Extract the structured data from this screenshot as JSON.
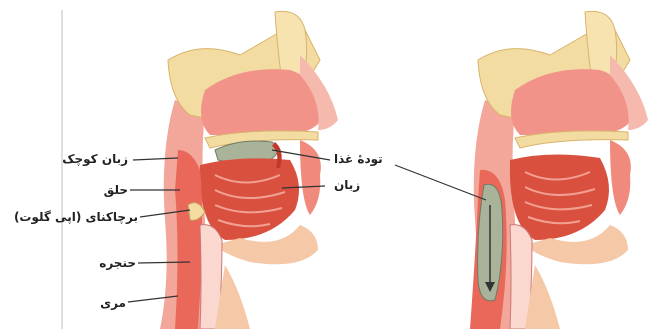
{
  "labels": {
    "uvula": "زبان کوچک",
    "pharynx": "حلق",
    "epiglottis": "برچاکنای (اپی گلوت)",
    "larynx": "حنجره",
    "esophagus": "مری",
    "food_bolus": "تودهٔ غذا",
    "tongue": "زبان"
  },
  "colors": {
    "bone": "#f3dca2",
    "soft_tissue": "#f08a7c",
    "muscle": "#d9503f",
    "airway": "#fbd8cf",
    "bolus": "#a9b39a",
    "leader_line": "#333333"
  }
}
